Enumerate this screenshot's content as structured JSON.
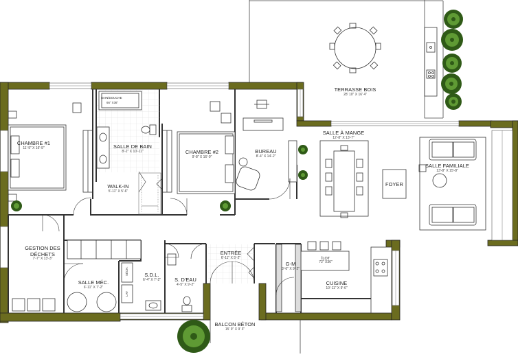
{
  "rooms": [
    {
      "id": "terrasse",
      "name": "TERRASSE BOIS",
      "dim": "28' 10\" X 16' 4\""
    },
    {
      "id": "chambre1",
      "name": "CHAMBRE #1",
      "dim": "11'-9\" X 16'-9\""
    },
    {
      "id": "sdb",
      "name": "SALLE DE BAIN",
      "dim": "8'-2\" X 10'-11\""
    },
    {
      "id": "walkin",
      "name": "WALK-IN",
      "dim": "5'-11\" X 5'-6\""
    },
    {
      "id": "chambre2",
      "name": "CHAMBRE #2",
      "dim": "9'-8\" X 16'-9\""
    },
    {
      "id": "bureau",
      "name": "BUREAU",
      "dim": "8'-4\" X 14'-2\""
    },
    {
      "id": "salleamanger",
      "name": "SALLE À MANGE",
      "dim": "12'-8\" X 13'-7\""
    },
    {
      "id": "foyer",
      "name": "FOYER",
      "dim": ""
    },
    {
      "id": "famille",
      "name": "SALLE FAMILIALE",
      "dim": "13'-8\" X 15'-8\""
    },
    {
      "id": "dechets",
      "name": "GESTION DES DÉCHETS",
      "dim": "7'-7\" X 13'-3\""
    },
    {
      "id": "mec",
      "name": "SALLE MÉC.",
      "dim": "6'-11\" X 7'-2\""
    },
    {
      "id": "sdl",
      "name": "S.D.L.",
      "dim": "6'-4\" X 7'-2\""
    },
    {
      "id": "sdeau",
      "name": "S. D'EAU",
      "dim": "4'-5\" X 9'-2\""
    },
    {
      "id": "entree",
      "name": "ENTRÉE",
      "dim": "6'-11\" X 5'-2\""
    },
    {
      "id": "gm",
      "name": "G-M",
      "dim": "3'-6\" X 9'-2\""
    },
    {
      "id": "ilot",
      "name": "ÎLOT",
      "dim": "72\" X36\""
    },
    {
      "id": "cuisine",
      "name": "CUISINE",
      "dim": "10'-11\" X 9'-6\""
    },
    {
      "id": "balcon",
      "name": "BALCON BÉTON",
      "dim": "15' 9\" X 9' 3\""
    }
  ],
  "fixtures": {
    "bain_douche": "BAIN/DOUCHE",
    "bain_size": "66\" X36\"",
    "secheuse": "SÉCH.",
    "laveuse": "LAV"
  },
  "colors": {
    "exterior_wall": "#6b6c1f",
    "wall_outline": "#222222",
    "interior_wall": "#333333",
    "tile_grid": "#cfcfcf",
    "plant_dark": "#2f5a17",
    "plant_light": "#5f9a34"
  }
}
